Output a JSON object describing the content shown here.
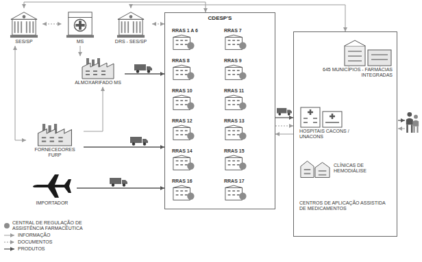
{
  "diagram": {
    "nodes": [
      {
        "text": [
          "SES/SP"
        ]
      },
      {
        "text": [
          "MS"
        ]
      },
      {
        "text": [
          "DRS - SES/SP"
        ]
      },
      {
        "text": [
          "ALMOXARIFADO MS"
        ]
      },
      {
        "text": [
          "FORNECEDORES FURP"
        ]
      },
      {
        "text": [
          "IMPORTADOR"
        ]
      },
      {
        "text": [
          "CDESP'S"
        ]
      },
      {
        "text": [
          "RRAS 1 A 6"
        ],
        "in": 6
      },
      {
        "text": [
          "RRAS 7"
        ],
        "in": 6
      },
      {
        "text": [
          "RRAS 8"
        ],
        "in": 6
      },
      {
        "text": [
          "RRAS 9"
        ],
        "in": 6
      },
      {
        "text": [
          "RRAS 10"
        ],
        "in": 6
      },
      {
        "text": [
          "RRAS 11"
        ],
        "in": 6
      },
      {
        "text": [
          "RRAS 12"
        ],
        "in": 6
      },
      {
        "text": [
          "RRAS 13"
        ],
        "in": 6
      },
      {
        "text": [
          "RRAS 14"
        ],
        "in": 6
      },
      {
        "text": [
          "RRAS 15"
        ],
        "in": 6
      },
      {
        "text": [
          "RRAS 16"
        ],
        "in": 6
      },
      {
        "text": [
          "RRAS 17"
        ],
        "in": 6
      },
      {
        "text": []
      },
      {
        "text": [
          "645 MUNICÍPIOS - FARMÁCIAS INTEGRADAS"
        ],
        "in": 19
      },
      {
        "text": [
          "HOSPITAIS CACONS / UNACONS"
        ],
        "in": 19
      },
      {
        "text": [
          "CLÍNICAS DE HEMODIÁLISE"
        ],
        "in": 19
      },
      {
        "text": [
          "CENTROS DE APLICAÇÃO ASSISTIDA DE MEDICAMENTOS"
        ],
        "in": 19
      }
    ],
    "edges": [
      {
        "from": 0,
        "to": 1,
        "arrow": "both"
      },
      {
        "from": 0,
        "to": 4,
        "arrow": "both"
      },
      {
        "from": 1,
        "to": 3,
        "arrow": "to"
      },
      {
        "from": 3,
        "to": 6,
        "arrow": "to"
      },
      {
        "from": 4,
        "to": 6,
        "arrow": "to"
      },
      {
        "from": 4,
        "to": 3,
        "arrow": "to"
      },
      {
        "from": 5,
        "to": 6,
        "arrow": "to"
      },
      {
        "from": 0,
        "to": 6,
        "arrow": "both"
      },
      {
        "from": 2,
        "to": 6,
        "arrow": "both"
      },
      {
        "from": 2,
        "to": 19,
        "arrow": "both"
      },
      {
        "from": 6,
        "to": 19,
        "arrow": "to"
      },
      {
        "from": 6,
        "to": 19,
        "arrow": "to"
      },
      {
        "from": 19,
        "to": 6,
        "arrow": "to"
      }
    ],
    "legend": [
      {
        "text": "CENTRAL DE REGULAÇÃO DE ASSISTÊNCIA FARMACÊUTICA",
        "color": "#8c8c8c"
      },
      {
        "text": "INFORMAÇÃO"
      },
      {
        "text": "DOCUMENTOS"
      },
      {
        "text": "PRODUTOS"
      }
    ]
  }
}
